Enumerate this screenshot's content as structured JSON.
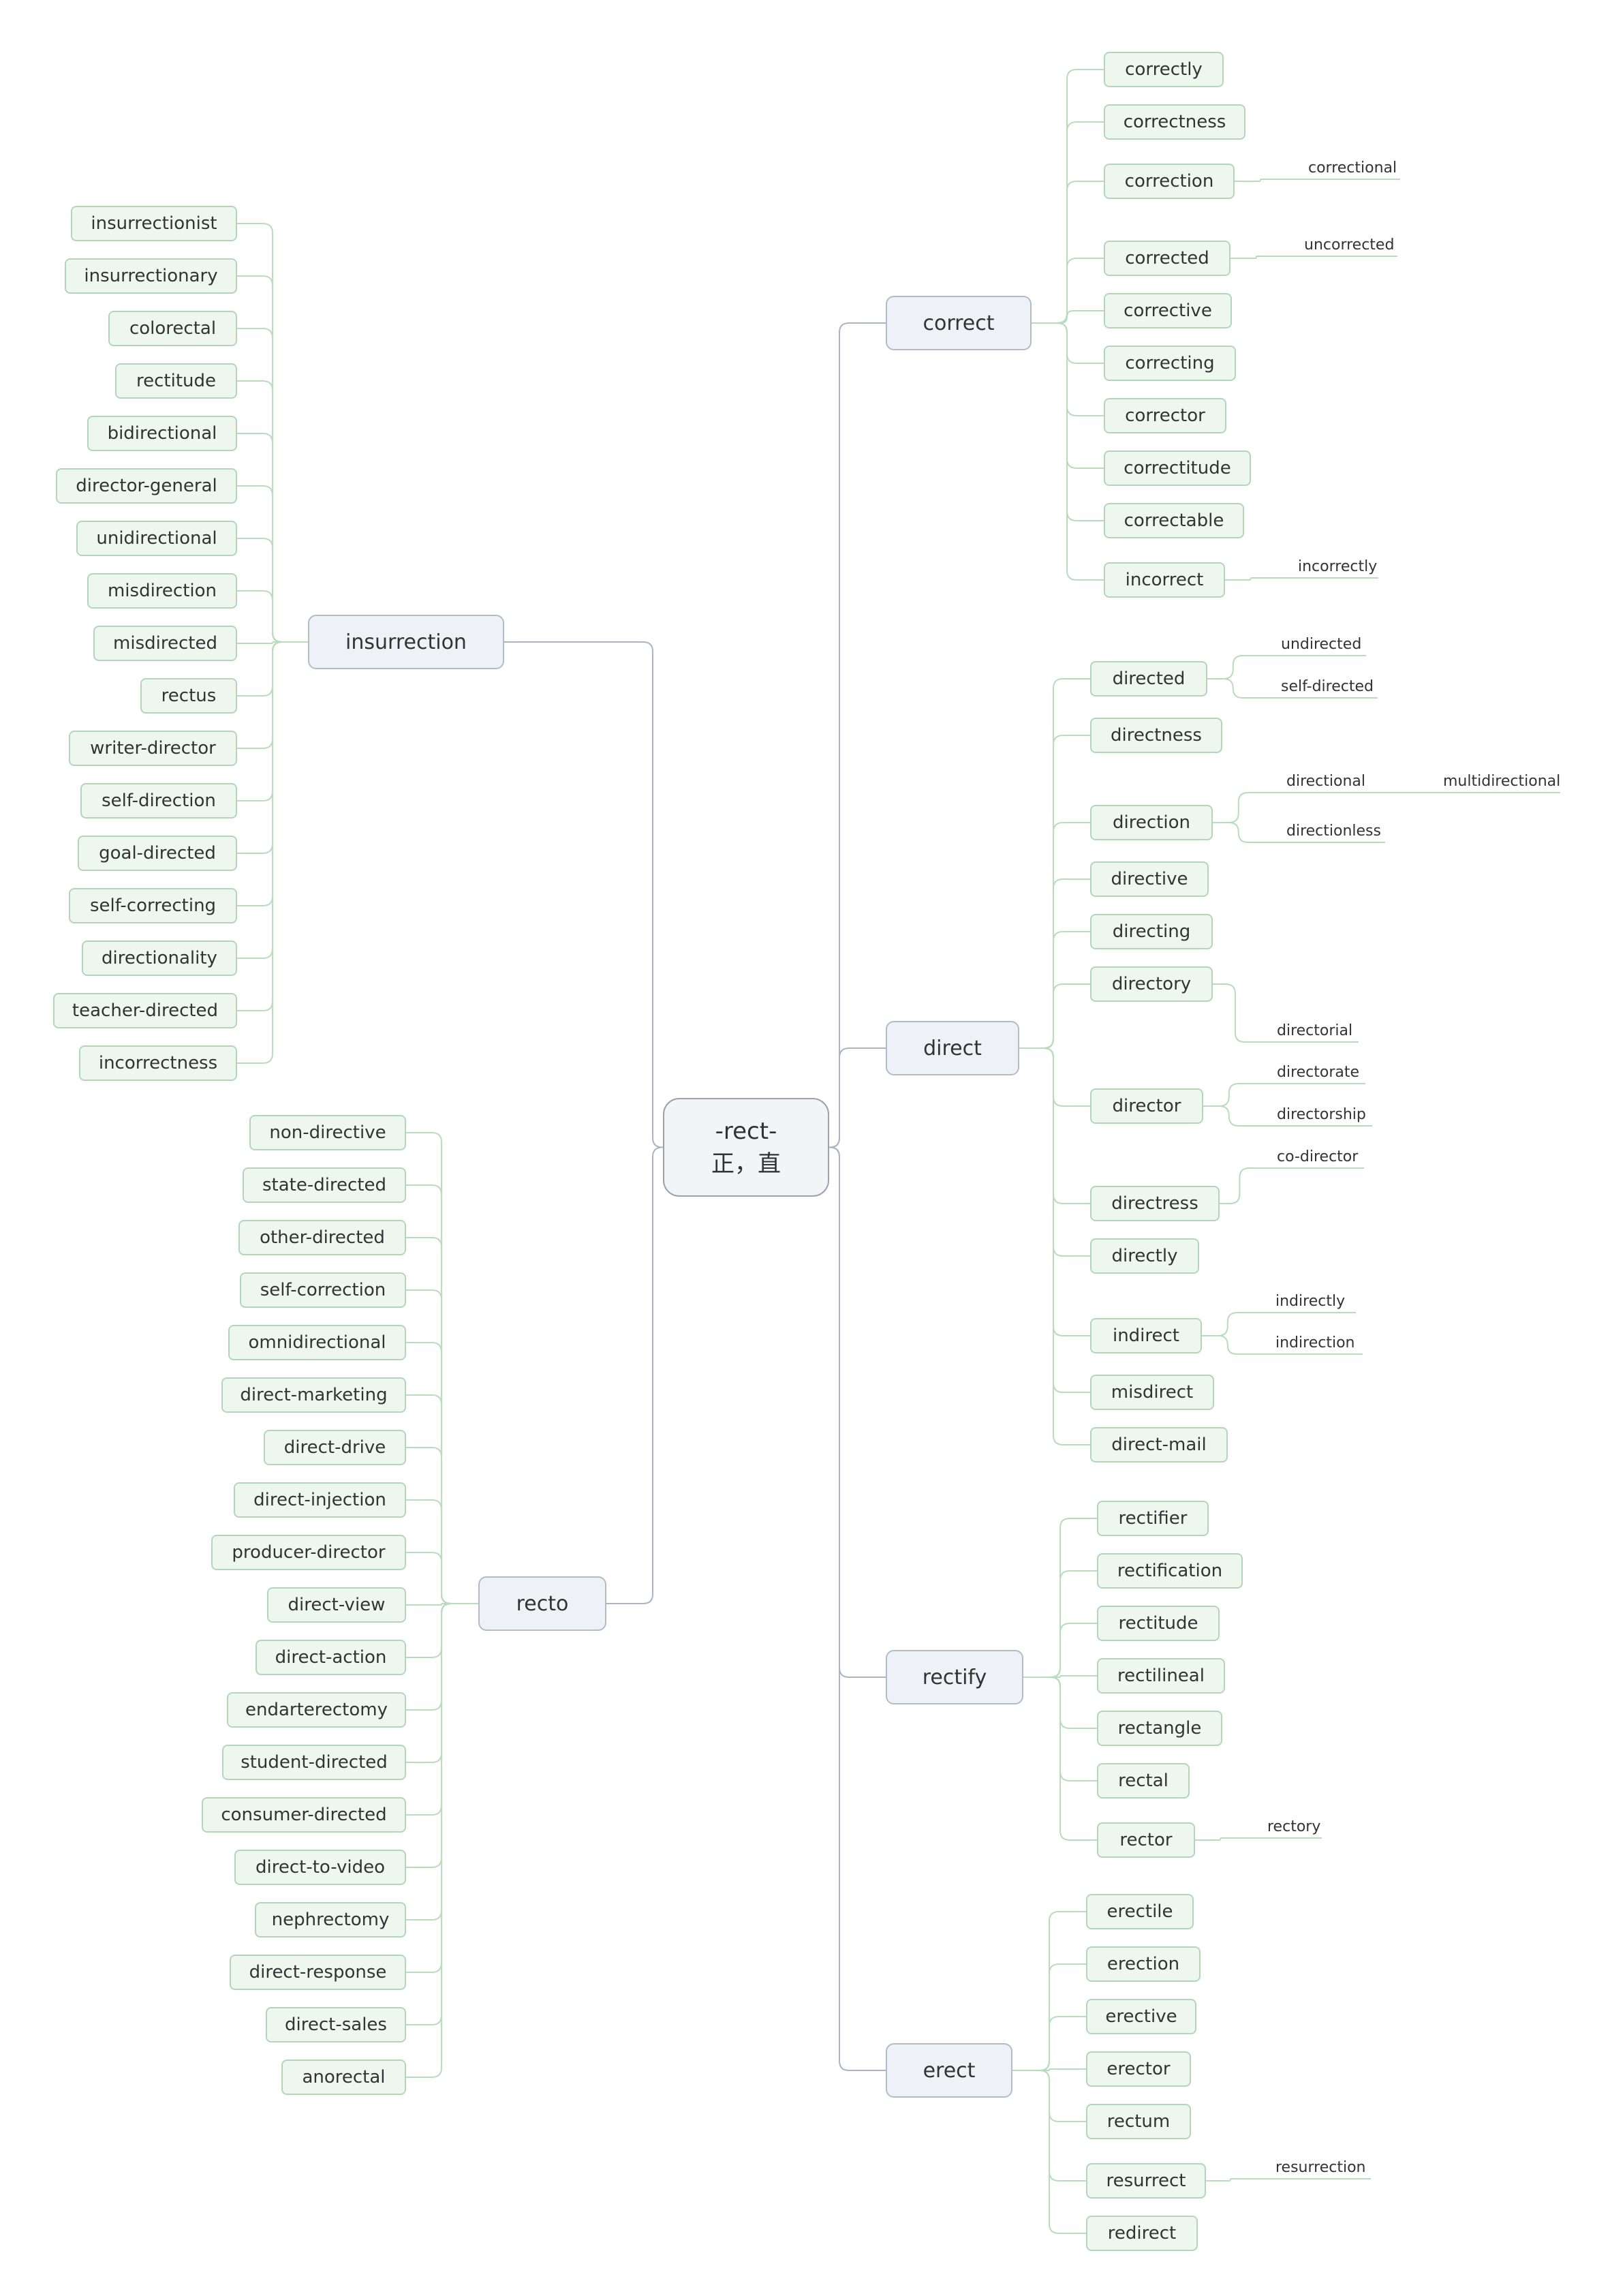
{
  "root": {
    "line1": "-rect-",
    "line2": "正，直"
  },
  "left": {
    "insurrection": {
      "label": "insurrection",
      "children": [
        "insurrectionist",
        "insurrectionary",
        "colorectal",
        "rectitude",
        "bidirectional",
        "director-general",
        "unidirectional",
        "misdirection",
        "misdirected",
        "rectus",
        "writer-director",
        "self-direction",
        "goal-directed",
        "self-correcting",
        "directionality",
        "teacher-directed",
        "incorrectness"
      ]
    },
    "recto": {
      "label": "recto",
      "children": [
        "non-directive",
        "state-directed",
        "other-directed",
        "self-correction",
        "omnidirectional",
        "direct-marketing",
        "direct-drive",
        "direct-injection",
        "producer-director",
        "direct-view",
        "direct-action",
        "endarterectomy",
        "student-directed",
        "consumer-directed",
        "direct-to-video",
        "nephrectomy",
        "direct-response",
        "direct-sales",
        "anorectal"
      ]
    }
  },
  "right": {
    "correct": {
      "label": "correct",
      "children": [
        {
          "label": "correctly"
        },
        {
          "label": "correctness"
        },
        {
          "label": "correction",
          "subs": [
            "correctional"
          ]
        },
        {
          "label": "corrected",
          "subs": [
            "uncorrected"
          ]
        },
        {
          "label": "corrective"
        },
        {
          "label": "correcting"
        },
        {
          "label": "corrector"
        },
        {
          "label": "correctitude"
        },
        {
          "label": "correctable"
        },
        {
          "label": "incorrect",
          "subs": [
            "incorrectly"
          ]
        }
      ]
    },
    "direct": {
      "label": "direct",
      "children": [
        {
          "label": "directed",
          "subs": [
            "undirected",
            "self-directed"
          ]
        },
        {
          "label": "directness"
        },
        {
          "label": "direction",
          "subs": [
            "directional",
            "directionless"
          ],
          "subsub": "multidirectional"
        },
        {
          "label": "directive"
        },
        {
          "label": "directing"
        },
        {
          "label": "directory"
        },
        {
          "label": "director",
          "subs": [
            "directorial",
            "directorate",
            "directorship",
            "co-director"
          ]
        },
        {
          "label": "directress"
        },
        {
          "label": "directly"
        },
        {
          "label": "indirect",
          "subs": [
            "indirectly",
            "indirection"
          ]
        },
        {
          "label": "misdirect"
        },
        {
          "label": "direct-mail"
        }
      ]
    },
    "rectify": {
      "label": "rectify",
      "children": [
        {
          "label": "rectifier"
        },
        {
          "label": "rectification"
        },
        {
          "label": "rectitude"
        },
        {
          "label": "rectilineal"
        },
        {
          "label": "rectangle"
        },
        {
          "label": "rectal"
        },
        {
          "label": "rector",
          "subs": [
            "rectory"
          ]
        }
      ]
    },
    "erect": {
      "label": "erect",
      "children": [
        {
          "label": "erectile"
        },
        {
          "label": "erection"
        },
        {
          "label": "erective"
        },
        {
          "label": "erector"
        },
        {
          "label": "rectum"
        },
        {
          "label": "resurrect",
          "subs": [
            "resurrection"
          ]
        },
        {
          "label": "redirect"
        }
      ]
    }
  }
}
